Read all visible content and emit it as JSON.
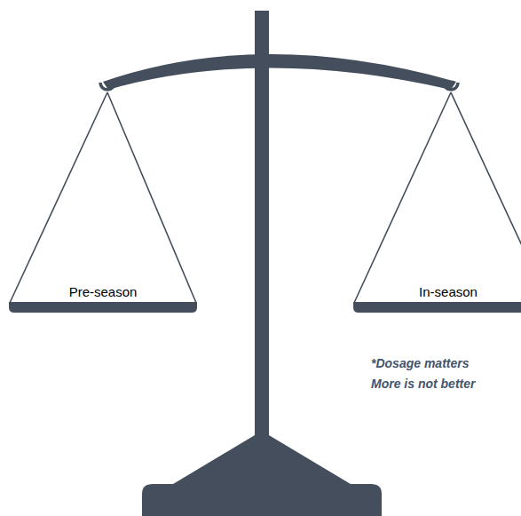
{
  "diagram": {
    "nodes": [
      {
        "text": [
          "Pre-season"
        ]
      },
      {
        "text": [
          "In-season"
        ]
      }
    ],
    "labels": [
      "*Dosage matters More is not better"
    ]
  }
}
